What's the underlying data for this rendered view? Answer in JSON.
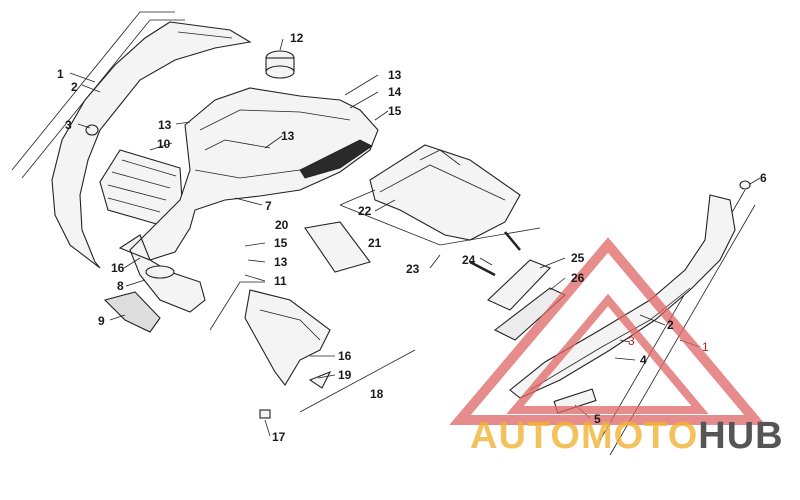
{
  "callouts": {
    "c1a": "1",
    "c2a": "2",
    "c3a": "3",
    "c10": "10",
    "c13a": "13",
    "c12": "12",
    "c13b": "13",
    "c14": "14",
    "c15a": "15",
    "c13c": "13",
    "c7": "7",
    "c22": "22",
    "c21": "21",
    "c20": "20",
    "c15b": "15",
    "c13d": "13",
    "c11": "11",
    "c16a": "16",
    "c8": "8",
    "c9": "9",
    "c16b": "16",
    "c19": "19",
    "c18": "18",
    "c17": "17",
    "c23": "23",
    "c24": "24",
    "c25": "25",
    "c26": "26",
    "c6": "6",
    "c2b": "2",
    "c1b": "1",
    "c3b": "3",
    "c4": "4",
    "c5": "5"
  },
  "watermark": {
    "auto": "AUTO",
    "moto": "MOTO",
    "hub": "HUB",
    "color_auto": "#f2b233",
    "color_moto": "#f2b233",
    "color_hub": "#555555",
    "color_triangle": "#e06666"
  }
}
